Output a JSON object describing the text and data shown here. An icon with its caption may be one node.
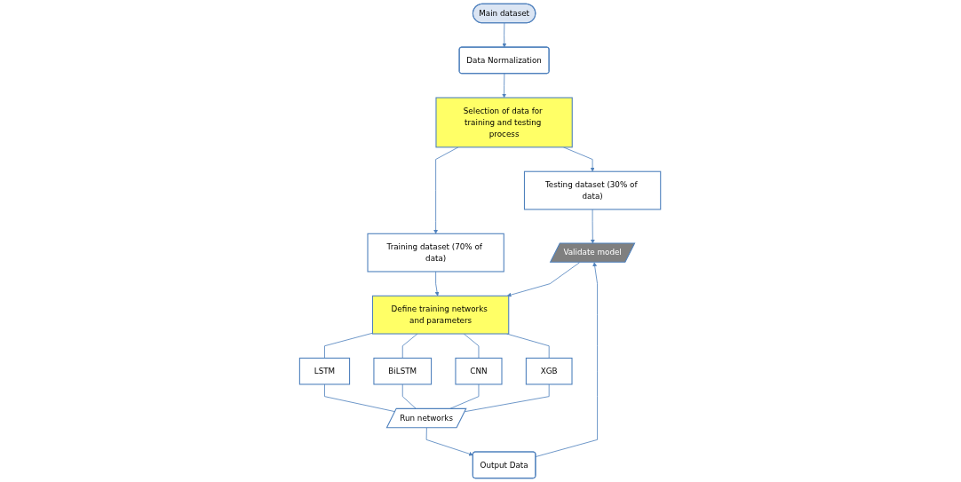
{
  "diagram": {
    "nodes": [
      {
        "text": [
          "Main dataset"
        ]
      },
      {
        "text": [
          "Data Normalization"
        ]
      },
      {
        "text": [
          "Selection of data for training and testing process"
        ]
      },
      {
        "text": [
          "Testing dataset (30% of data)"
        ]
      },
      {
        "text": [
          "Training dataset (70% of data)"
        ]
      },
      {
        "text": [
          "Validate model"
        ]
      },
      {
        "text": [
          "Define training networks and parameters"
        ]
      },
      {
        "text": [
          "LSTM"
        ]
      },
      {
        "text": [
          "BiLSTM"
        ]
      },
      {
        "text": [
          "CNN"
        ]
      },
      {
        "text": [
          "XGB"
        ]
      },
      {
        "text": [
          "Run networks"
        ]
      },
      {
        "text": [
          "Output Data"
        ]
      }
    ],
    "edges": [
      {
        "from": 0,
        "to": 1,
        "arrow": "to"
      },
      {
        "from": 1,
        "to": 2,
        "arrow": "to"
      },
      {
        "from": 2,
        "to": 3,
        "arrow": "to"
      },
      {
        "from": 2,
        "to": 4,
        "arrow": "to"
      },
      {
        "from": 3,
        "to": 5,
        "arrow": "to"
      },
      {
        "from": 4,
        "to": 6,
        "arrow": "to"
      },
      {
        "from": 5,
        "to": 6,
        "arrow": "to"
      },
      {
        "from": 6,
        "to": 7,
        "arrow": "none"
      },
      {
        "from": 6,
        "to": 8,
        "arrow": "none"
      },
      {
        "from": 6,
        "to": 9,
        "arrow": "none"
      },
      {
        "from": 6,
        "to": 10,
        "arrow": "none"
      },
      {
        "from": 7,
        "to": 11,
        "arrow": "none"
      },
      {
        "from": 8,
        "to": 11,
        "arrow": "none"
      },
      {
        "from": 9,
        "to": 11,
        "arrow": "none"
      },
      {
        "from": 10,
        "to": 11,
        "arrow": "none"
      },
      {
        "from": 11,
        "to": 12,
        "arrow": "to"
      },
      {
        "from": 12,
        "to": 5,
        "arrow": "to"
      }
    ]
  }
}
